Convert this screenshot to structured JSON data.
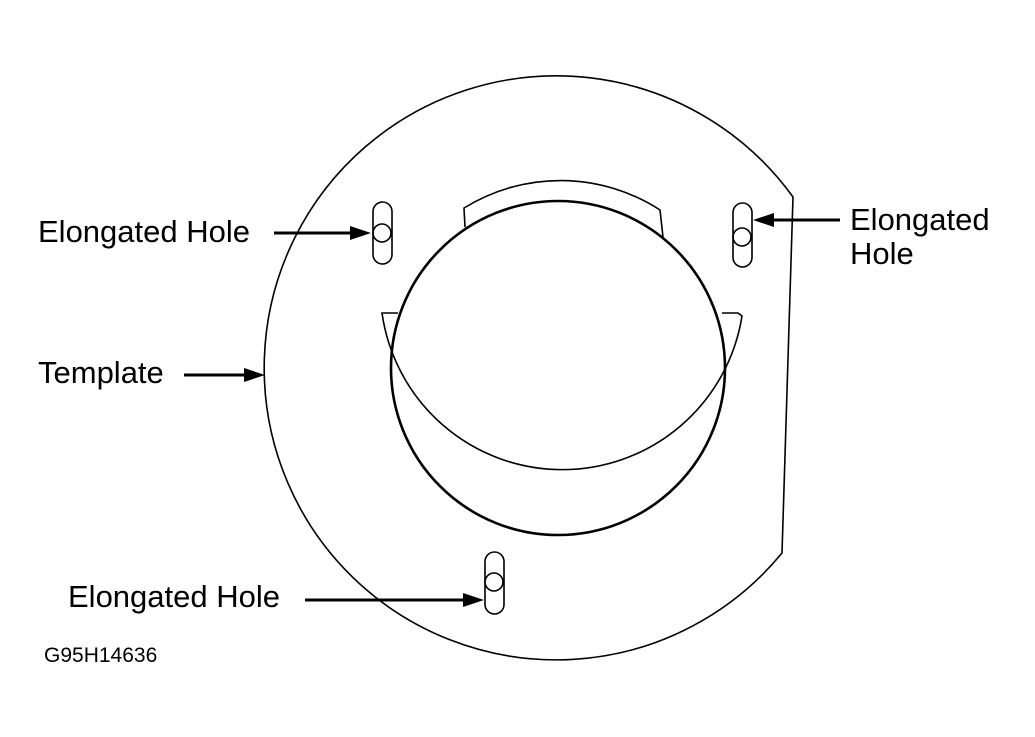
{
  "labels": {
    "hole_upper_left": "Elongated Hole",
    "hole_upper_right_line1": "Elongated",
    "hole_upper_right_line2": "Hole",
    "template": "Template",
    "hole_bottom": "Elongated Hole"
  },
  "figure_id": "G95H14636",
  "colors": {
    "line": "#000000",
    "background": "#ffffff"
  }
}
